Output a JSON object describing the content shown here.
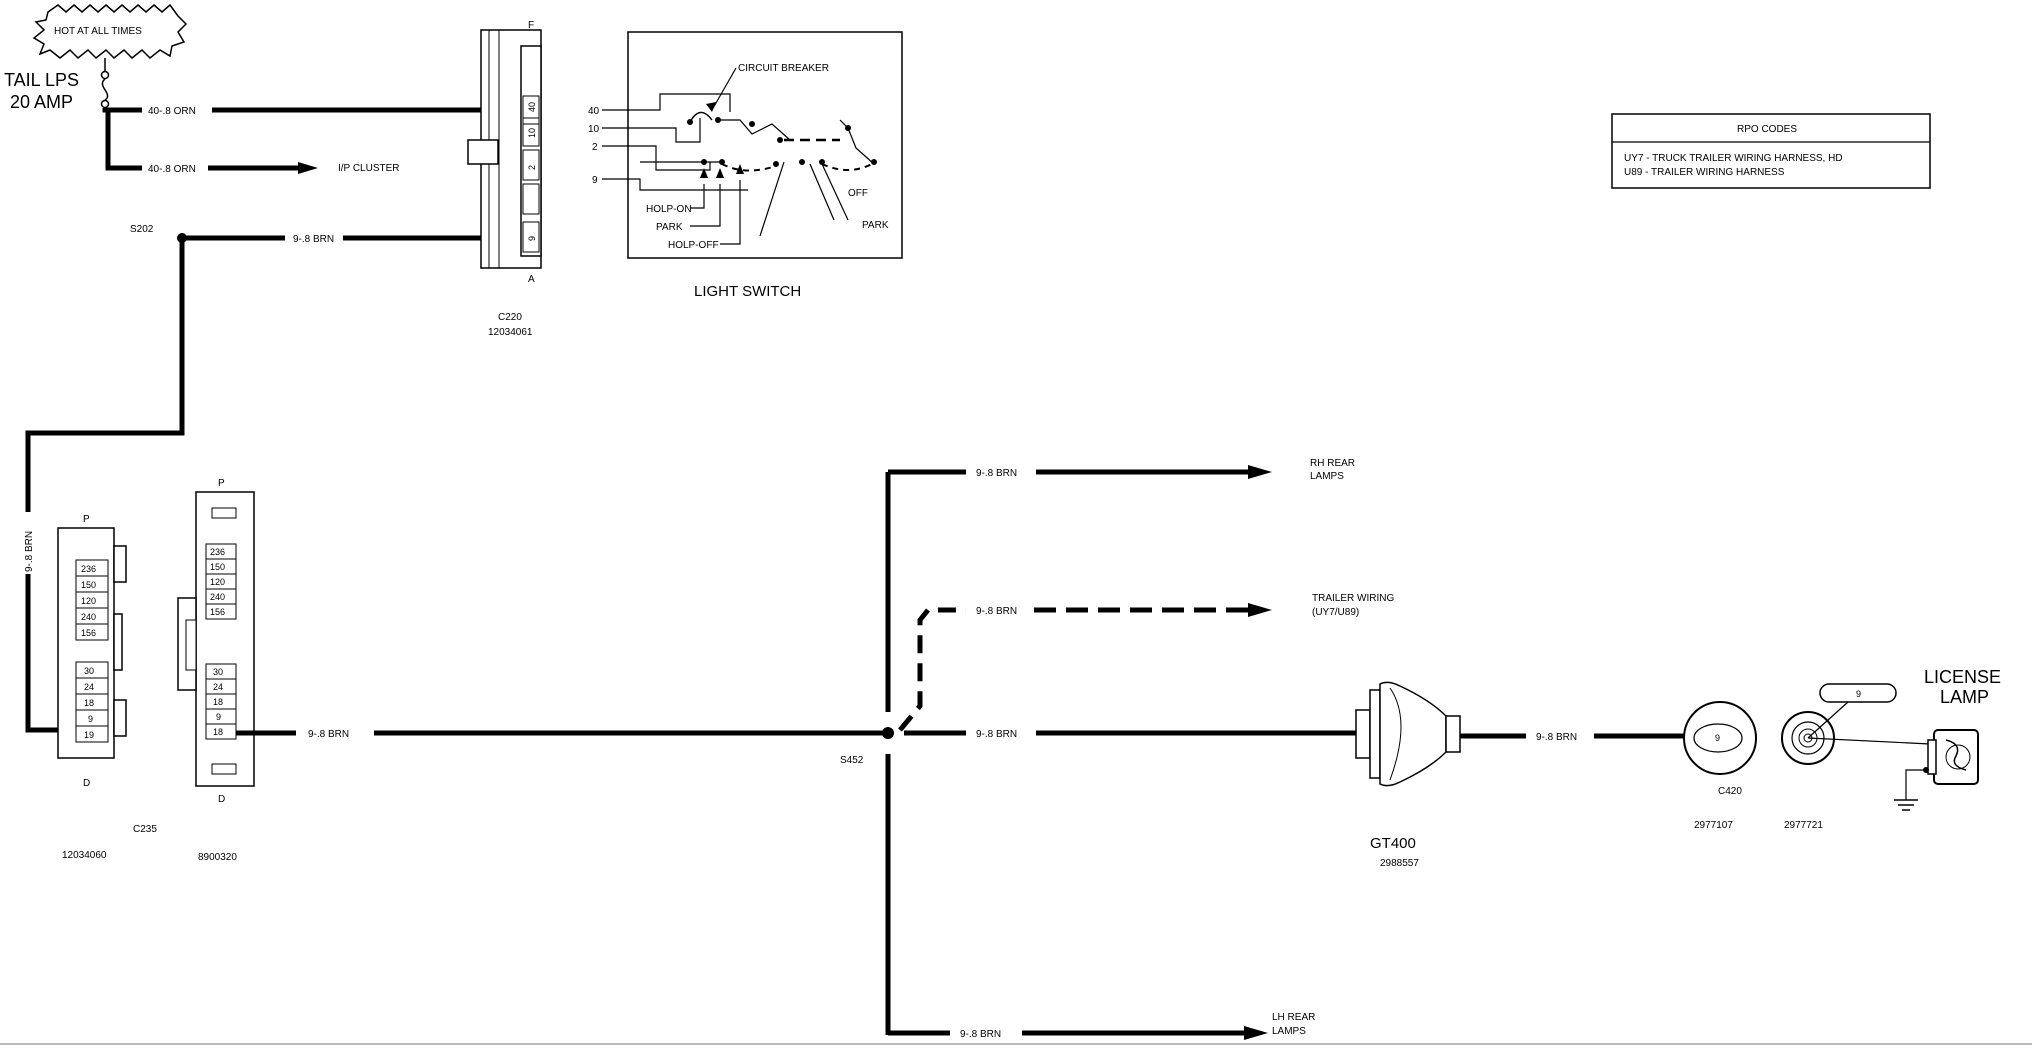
{
  "hot_label": "HOT AT ALL TIMES",
  "fuse": {
    "name": "TAIL LPS",
    "rating": "20 AMP"
  },
  "wires": {
    "orn_top": "40-.8 ORN",
    "orn_cluster": "40-.8 ORN",
    "brn_s202": "9-.8 BRN",
    "brn_vertical": "9-.8 BRN",
    "brn_c235": "9-.8 BRN",
    "brn_rh": "9-.8 BRN",
    "brn_trailer": "9-.8 BRN",
    "brn_main": "9-.8 BRN",
    "brn_gt400": "9-.8 BRN",
    "brn_lh": "9-.8 BRN"
  },
  "ip_cluster": "I/P CLUSTER",
  "splices": {
    "s202": "S202",
    "s452": "S452"
  },
  "c220": {
    "name": "C220",
    "part": "12034061",
    "top": "F",
    "bottom": "A",
    "pins": [
      "40",
      "10",
      "2",
      "9"
    ]
  },
  "light_switch": {
    "title": "LIGHT SWITCH",
    "circuit_breaker": "CIRCUIT BREAKER",
    "pins": [
      "40",
      "10",
      "2",
      "9"
    ],
    "holp_on": "HOLP-ON",
    "park_left": "PARK",
    "holp_off": "HOLP-OFF",
    "off": "OFF",
    "park_right": "PARK"
  },
  "rpo": {
    "title": "RPO CODES",
    "line1": "UY7 - TRUCK TRAILER WIRING HARNESS, HD",
    "line2": "U89 - TRAILER WIRING HARNESS"
  },
  "c235": {
    "name": "C235",
    "part_left": "12034060",
    "part_right": "8900320",
    "top": "P",
    "bottom": "D",
    "pins": [
      "236",
      "150",
      "120",
      "240",
      "156",
      "30",
      "24",
      "18",
      "9",
      "19"
    ],
    "pins_right": [
      "236",
      "150",
      "120",
      "240",
      "156",
      "30",
      "24",
      "18",
      "9",
      "18"
    ]
  },
  "destinations": {
    "rh_line1": "RH REAR",
    "rh_line2": "LAMPS",
    "trailer_line1": "TRAILER WIRING",
    "trailer_line2": "(UY7/U89)",
    "lh_line1": "LH REAR",
    "lh_line2": "LAMPS"
  },
  "gt400": {
    "name": "GT400",
    "part": "2988557"
  },
  "c420": {
    "name": "C420",
    "part_left": "2977107",
    "part_right": "2977721",
    "pin": "9"
  },
  "license_lamp": {
    "line1": "LICENSE",
    "line2": "LAMP"
  }
}
